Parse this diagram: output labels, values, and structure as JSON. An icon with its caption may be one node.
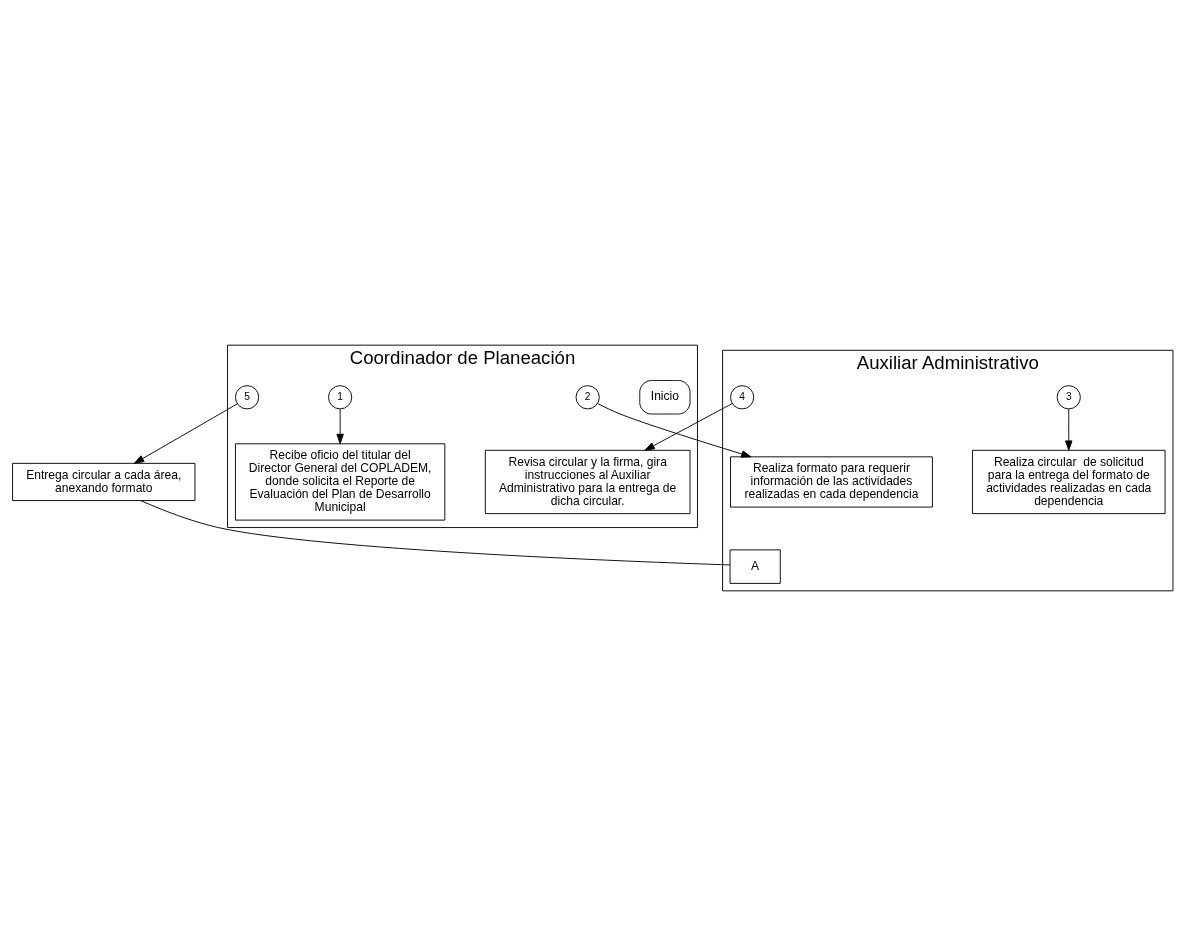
{
  "diagram": {
    "nodes": [
      {
        "text": [
          "Coordinador de Planeación"
        ]
      },
      {
        "text": [
          "Auxiliar Administrativo"
        ]
      },
      {
        "text": [
          "Inicio"
        ],
        "in": 0
      },
      {
        "text": [
          "1"
        ],
        "in": 0
      },
      {
        "text": [
          "Recibe oficio del titular del Director General del COPLADEM, donde solicita el Reporte de Evaluación del Plan de Desarrollo Municipal"
        ],
        "in": 0
      },
      {
        "text": [
          "2"
        ],
        "in": 0
      },
      {
        "text": [
          "Realiza formato para requerir información de las actividades realizadas en cada dependencia"
        ],
        "in": 1
      },
      {
        "text": [
          "3"
        ],
        "in": 1
      },
      {
        "text": [
          "Realiza circular  de solicitud para la entrega del formato de actividades realizadas en cada dependencia"
        ],
        "in": 1
      },
      {
        "text": [
          "4"
        ],
        "in": 1
      },
      {
        "text": [
          "Revisa circular y la firma, gira instrucciones al Auxiliar Administrativo para la entrega de dicha circular."
        ],
        "in": 0
      },
      {
        "text": [
          "5"
        ],
        "in": 0
      },
      {
        "text": [
          "Entrega circular a cada área, anexando formato"
        ]
      },
      {
        "text": [
          "A"
        ],
        "in": 1
      }
    ],
    "edges": [
      {
        "from": 3,
        "to": 4,
        "arrow": "to"
      },
      {
        "from": 5,
        "to": 6,
        "arrow": "to"
      },
      {
        "from": 7,
        "to": 8,
        "arrow": "to"
      },
      {
        "from": 9,
        "to": 10,
        "arrow": "to"
      },
      {
        "from": 11,
        "to": 12,
        "arrow": "to"
      },
      {
        "from": 12,
        "to": 13,
        "arrow": "none"
      }
    ]
  }
}
